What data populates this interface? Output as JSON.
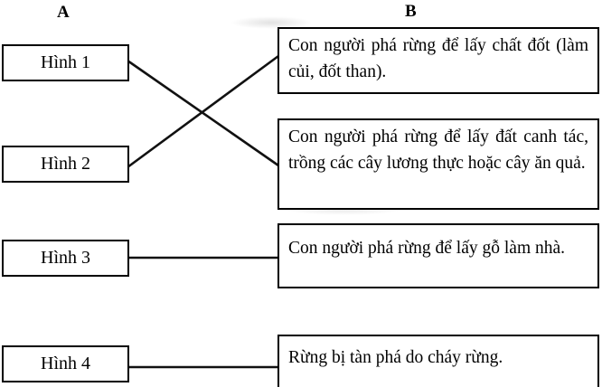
{
  "columns": {
    "a_label": "A",
    "b_label": "B"
  },
  "left_items": [
    {
      "label": "Hình 1"
    },
    {
      "label": "Hình 2"
    },
    {
      "label": "Hình 3"
    },
    {
      "label": "Hình 4"
    }
  ],
  "right_items": [
    {
      "text": "Con người phá rừng để lấy chất đốt (làm củi, đốt than)."
    },
    {
      "text": "Con người phá rừng để lấy đất canh tác, trồng các cây lương thực hoặc cây ăn quả."
    },
    {
      "text": "Con người phá rừng để lấy gỗ làm nhà."
    },
    {
      "text": "Rừng bị tàn phá do cháy rừng."
    }
  ],
  "connections": [
    {
      "from": "Hình 1",
      "to_right_item_index": 1
    },
    {
      "from": "Hình 2",
      "to_right_item_index": 0
    },
    {
      "from": "Hình 3",
      "to_right_item_index": 2
    },
    {
      "from": "Hình 4",
      "to_right_item_index": 3
    }
  ],
  "colors": {
    "background": "#ffffff",
    "border": "#000000",
    "text": "#000000",
    "line": "#111111"
  }
}
